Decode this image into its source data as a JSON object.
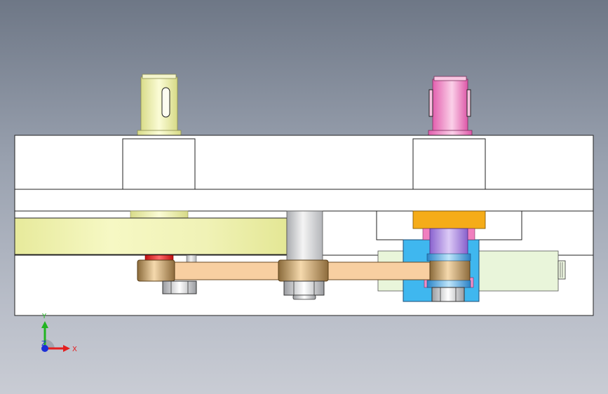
{
  "viewport": {
    "background_top": "#6e7786",
    "background_bottom": "#c9ccd4"
  },
  "triad": {
    "x_label": "X",
    "y_label": "Y",
    "z_label": "Z",
    "x_color": "#e41e1e",
    "y_color": "#21b421",
    "z_color": "#1c2fd6"
  },
  "model": {
    "colors": {
      "housing": "#ffffff",
      "left_shaft": "#eef0b8",
      "right_shaft": "#f08ec8",
      "link_bar": "#f8cfa1",
      "bearing_block": "#3fb7ef",
      "top_cap": "#f5ac19",
      "side_cylinder": "#e8f5d8",
      "center_shaft": "#e6e6e6",
      "red_ring": "#e82020",
      "purple_collar": "#b28ee8"
    }
  }
}
